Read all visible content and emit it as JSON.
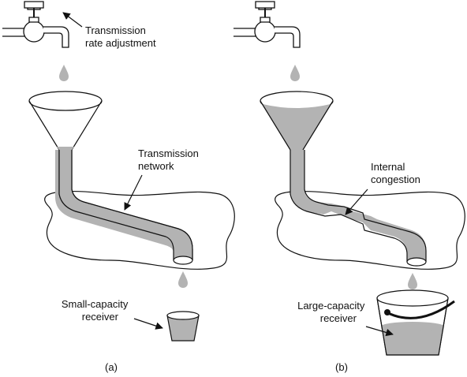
{
  "panels": [
    {
      "caption": "(a)",
      "labels": {
        "rate": [
          "Transmission",
          "rate adjustment"
        ],
        "network": [
          "Transmission",
          "network"
        ],
        "receiver": [
          "Small-capacity",
          "receiver"
        ]
      }
    },
    {
      "caption": "(b)",
      "labels": {
        "congestion": [
          "Internal",
          "congestion"
        ],
        "receiver": [
          "Large-capacity",
          "receiver"
        ]
      }
    }
  ],
  "colors": {
    "fill": "#b3b3b3",
    "line": "#111111",
    "background": "#ffffff"
  }
}
